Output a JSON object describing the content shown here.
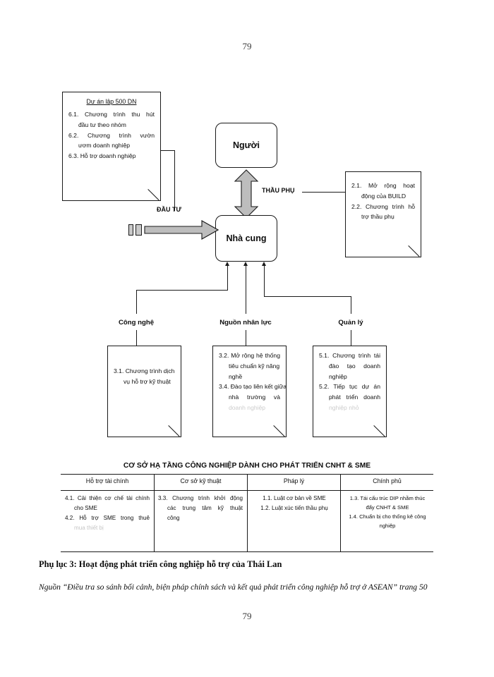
{
  "page": {
    "number_top": "79",
    "number_bottom": "79"
  },
  "diagram": {
    "entities": {
      "buyer": "Người",
      "supplier": "Nhà cung"
    },
    "flow_labels": {
      "investment": "ĐẦU TƯ",
      "subcontracting": "THẦU PHỤ"
    },
    "branch_labels": {
      "technology": "Công nghệ",
      "human_resources": "Nguồn nhân lực",
      "management": "Quản lý"
    },
    "boxes": {
      "project500": {
        "title": "Dự án lập 500 DN",
        "lines": [
          "6.1. Chương trình thu hút",
          "đầu tư theo nhóm",
          "6.2. Chương trình vườn",
          "ươm doanh nghiệp",
          "6.3. Hỗ trợ doanh nghiệp"
        ]
      },
      "build": {
        "lines": [
          "2.1. Mở rộng hoạt",
          "động của BUILD",
          "2.2. Chương trình hỗ",
          "trợ thầu phụ"
        ]
      },
      "technology": {
        "lines": [
          "3.1. Chương trình dịch",
          "vụ hỗ trợ kỹ thuật"
        ]
      },
      "human_resources": {
        "lines": [
          "3.2. Mở rộng hệ thống",
          "tiêu chuẩn kỹ năng",
          "nghề",
          "3.4. Đào tạo liên kết giữa",
          "nhà trường và",
          "doanh nghiệp"
        ]
      },
      "management": {
        "lines": [
          "5.1. Chương trình tái",
          "đào tạo doanh",
          "nghiệp",
          "5.2. Tiếp tục dự án",
          "phát triển doanh",
          "nghiệp nhỏ"
        ]
      }
    }
  },
  "table": {
    "title": "CƠ SỞ HẠ TẦNG CÔNG NGHIỆP DÀNH CHO PHÁT TRIỂN CNHT & SME",
    "columns": [
      "Hỗ trợ tài chính",
      "Cơ sở kỹ thuật",
      "Pháp lý",
      "Chính phủ"
    ],
    "cells": [
      {
        "lines": [
          "4.1. Cải thiện cơ chế tài chính",
          "cho SME",
          "4.2. Hỗ trợ SME trong thuê",
          "mua thiết bị"
        ]
      },
      {
        "lines": [
          "3.3. Chương trình khởi động",
          "các trung tâm kỹ thuật",
          "công"
        ]
      },
      {
        "lines": [
          "1.1. Luật cơ bản về SME",
          "1.2. Luật xúc tiến thầu phụ"
        ]
      },
      {
        "lines": [
          "1.3. Tái cấu trúc DIP nhằm thúc",
          "đẩy CNHT & SME",
          "1.4. Chuẩn bị cho thống kê công",
          "nghiệp"
        ]
      }
    ]
  },
  "caption": {
    "main": "Phụ lục 3: Hoạt động phát triển công nghiệp hỗ trợ của Thái Lan",
    "source": "Nguồn “Điều tra so sánh bối cảnh, biện pháp chính sách và kết quả phát triển công nghiệp hỗ trợ ở ASEAN” trang 50"
  }
}
